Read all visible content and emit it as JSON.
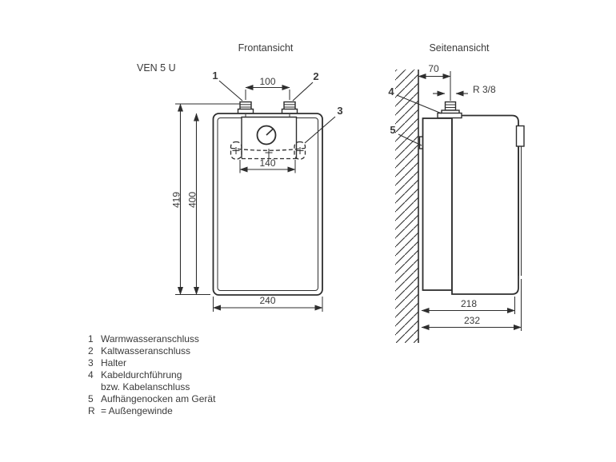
{
  "product": {
    "model": "VEN 5 U"
  },
  "views": {
    "front": {
      "title": "Frontansicht",
      "callouts": [
        "1",
        "2",
        "3"
      ],
      "dims": {
        "pipe_spacing": "100",
        "bracket_width": "140",
        "height_overall": "419",
        "height_body": "400",
        "width": "240"
      }
    },
    "side": {
      "title": "Seitenansicht",
      "callouts": [
        "4",
        "5"
      ],
      "dims": {
        "wall_to_pipe": "70",
        "thread": "R 3/8",
        "depth_body": "218",
        "depth_overall": "232"
      }
    }
  },
  "legend": {
    "rows": [
      {
        "key": "1",
        "label": "Warmwasseranschluss"
      },
      {
        "key": "2",
        "label": "Kaltwasseranschluss"
      },
      {
        "key": "3",
        "label": "Halter"
      },
      {
        "key": "4",
        "label": "Kabeldurchführung"
      },
      {
        "key": "",
        "label": "bzw. Kabelanschluss"
      },
      {
        "key": "5",
        "label": "Aufhängenocken am Gerät"
      },
      {
        "key": "R",
        "label": "= Außengewinde"
      }
    ]
  },
  "colors": {
    "line": "#2e2e2e",
    "text": "#3a3a3a",
    "background": "#ffffff"
  }
}
